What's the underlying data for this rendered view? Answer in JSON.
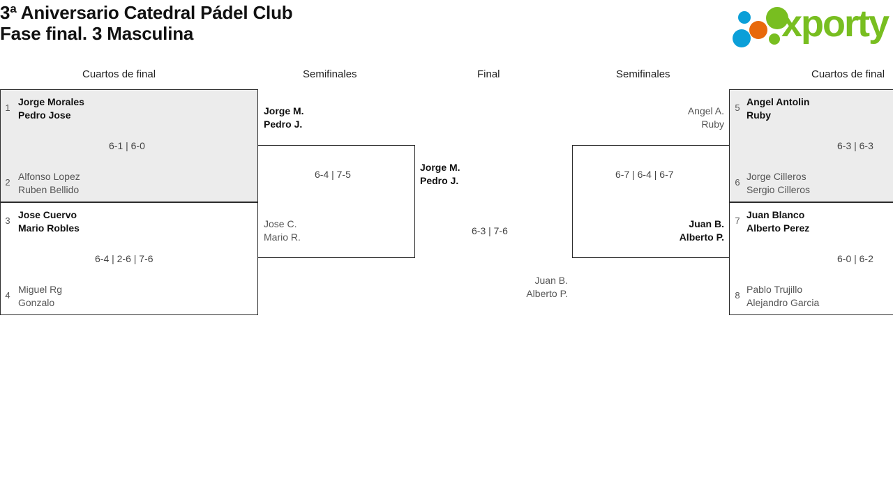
{
  "header": {
    "title_line1": "3ª Aniversario Catedral Pádel Club",
    "title_line2": "Fase final. 3 Masculina",
    "logo_text": "xporty",
    "logo_colors": {
      "green": "#78be20",
      "blue": "#0b9fd8",
      "orange": "#e8690b"
    }
  },
  "rounds": [
    {
      "label": "Cuartos de final",
      "side": "left"
    },
    {
      "label": "Semifinales",
      "side": "left"
    },
    {
      "label": "Final",
      "side": "center"
    },
    {
      "label": "Semifinales",
      "side": "right"
    },
    {
      "label": "Cuartos de final",
      "side": "right"
    }
  ],
  "bracket": {
    "left_quarterfinals": [
      {
        "score": "6-1 | 6-0",
        "top": {
          "seed": "1",
          "line1": "Jorge Morales",
          "line2": "Pedro Jose",
          "winner": true
        },
        "bottom": {
          "seed": "2",
          "line1": "Alfonso Lopez",
          "line2": "Ruben Bellido",
          "winner": false
        }
      },
      {
        "score": "6-4 | 2-6 | 7-6",
        "top": {
          "seed": "3",
          "line1": "Jose Cuervo",
          "line2": "Mario Robles",
          "winner": true
        },
        "bottom": {
          "seed": "4",
          "line1": "Miguel Rg",
          "line2": "Gonzalo",
          "winner": false
        }
      }
    ],
    "left_semifinal": {
      "score": "6-4 | 7-5",
      "top": {
        "line1": "Jorge M.",
        "line2": "Pedro J.",
        "winner": true
      },
      "bottom": {
        "line1": "Jose C.",
        "line2": "Mario R.",
        "winner": false
      }
    },
    "final": {
      "score": "6-3 | 7-6",
      "top": {
        "line1": "Jorge M.",
        "line2": "Pedro J.",
        "winner": true
      },
      "bottom": {
        "line1": "Juan B.",
        "line2": "Alberto P.",
        "winner": false
      }
    },
    "right_semifinal": {
      "score": "6-7 | 6-4 | 6-7",
      "top": {
        "line1": "Angel A.",
        "line2": "Ruby",
        "winner": false
      },
      "bottom": {
        "line1": "Juan B.",
        "line2": "Alberto P.",
        "winner": true
      }
    },
    "right_quarterfinals": [
      {
        "score": "6-3 | 6-3",
        "top": {
          "seed": "5",
          "line1": "Angel Antolin",
          "line2": "Ruby",
          "winner": true
        },
        "bottom": {
          "seed": "6",
          "line1": "Jorge Cilleros",
          "line2": "Sergio Cilleros",
          "winner": false
        }
      },
      {
        "score": "6-0 | 6-2",
        "top": {
          "seed": "7",
          "line1": "Juan Blanco",
          "line2": "Alberto Perez",
          "winner": true
        },
        "bottom": {
          "seed": "8",
          "line1": "Pablo Trujillo",
          "line2": "Alejandro Garcia",
          "winner": false
        }
      }
    ]
  }
}
